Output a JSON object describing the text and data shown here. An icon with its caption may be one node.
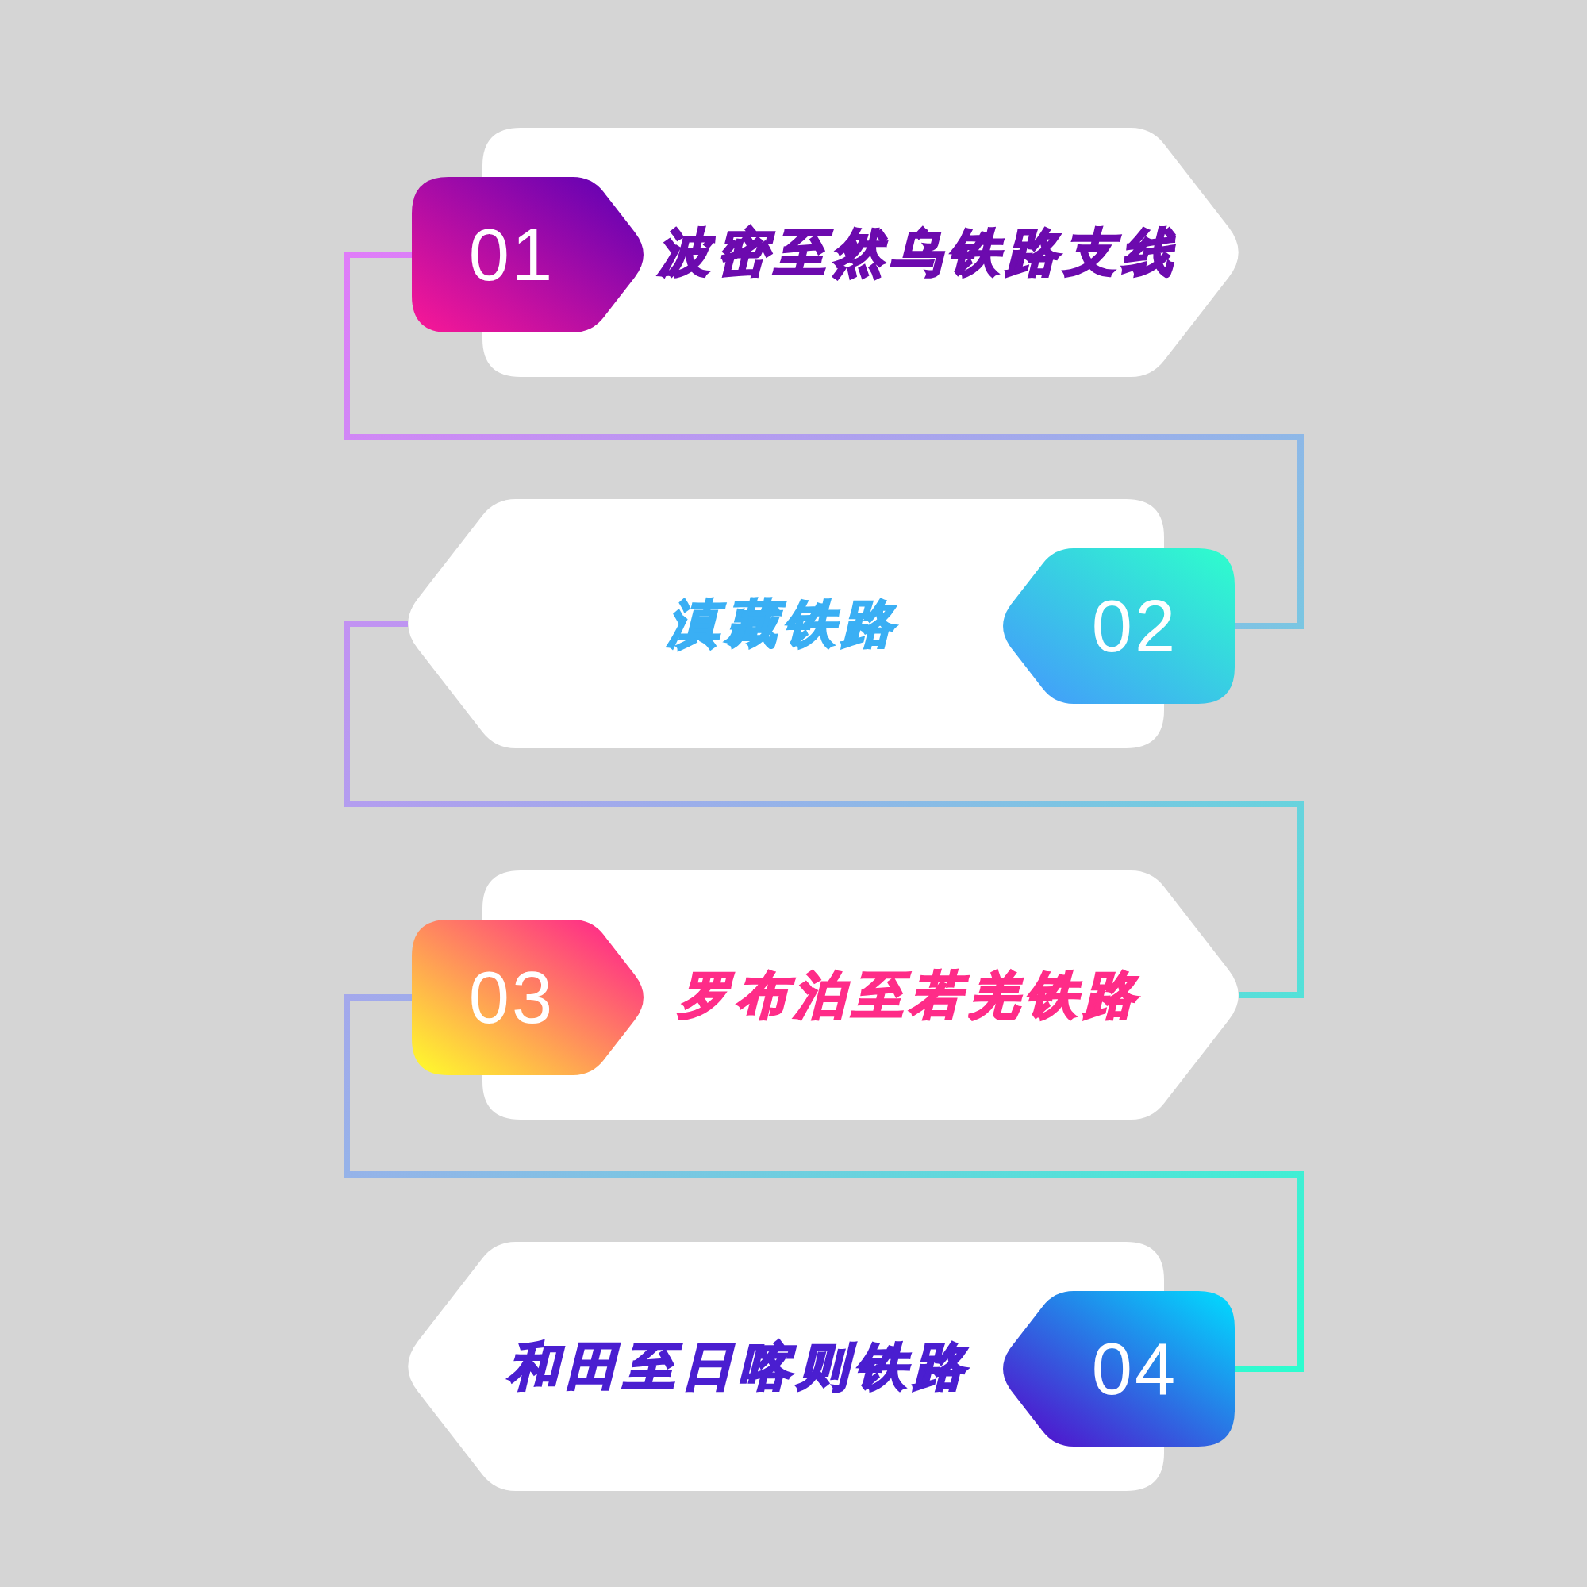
{
  "diagram": {
    "nodes": [
      {
        "text": [
          "01"
        ]
      },
      {
        "text": [
          "波密至然乌铁路支线"
        ]
      },
      {
        "text": [
          "滇藏铁路"
        ]
      },
      {
        "text": [
          "02"
        ]
      },
      {
        "text": [
          "03"
        ]
      },
      {
        "text": [
          "罗布泊至若羌铁路"
        ]
      },
      {
        "text": [
          "和田至日喀则铁路"
        ]
      },
      {
        "text": [
          "04"
        ]
      }
    ],
    "edges": [
      {
        "from": 0,
        "to": 3,
        "arrow": "none"
      },
      {
        "from": 2,
        "to": 5,
        "arrow": "none"
      },
      {
        "from": 4,
        "to": 7,
        "arrow": "none"
      }
    ]
  }
}
